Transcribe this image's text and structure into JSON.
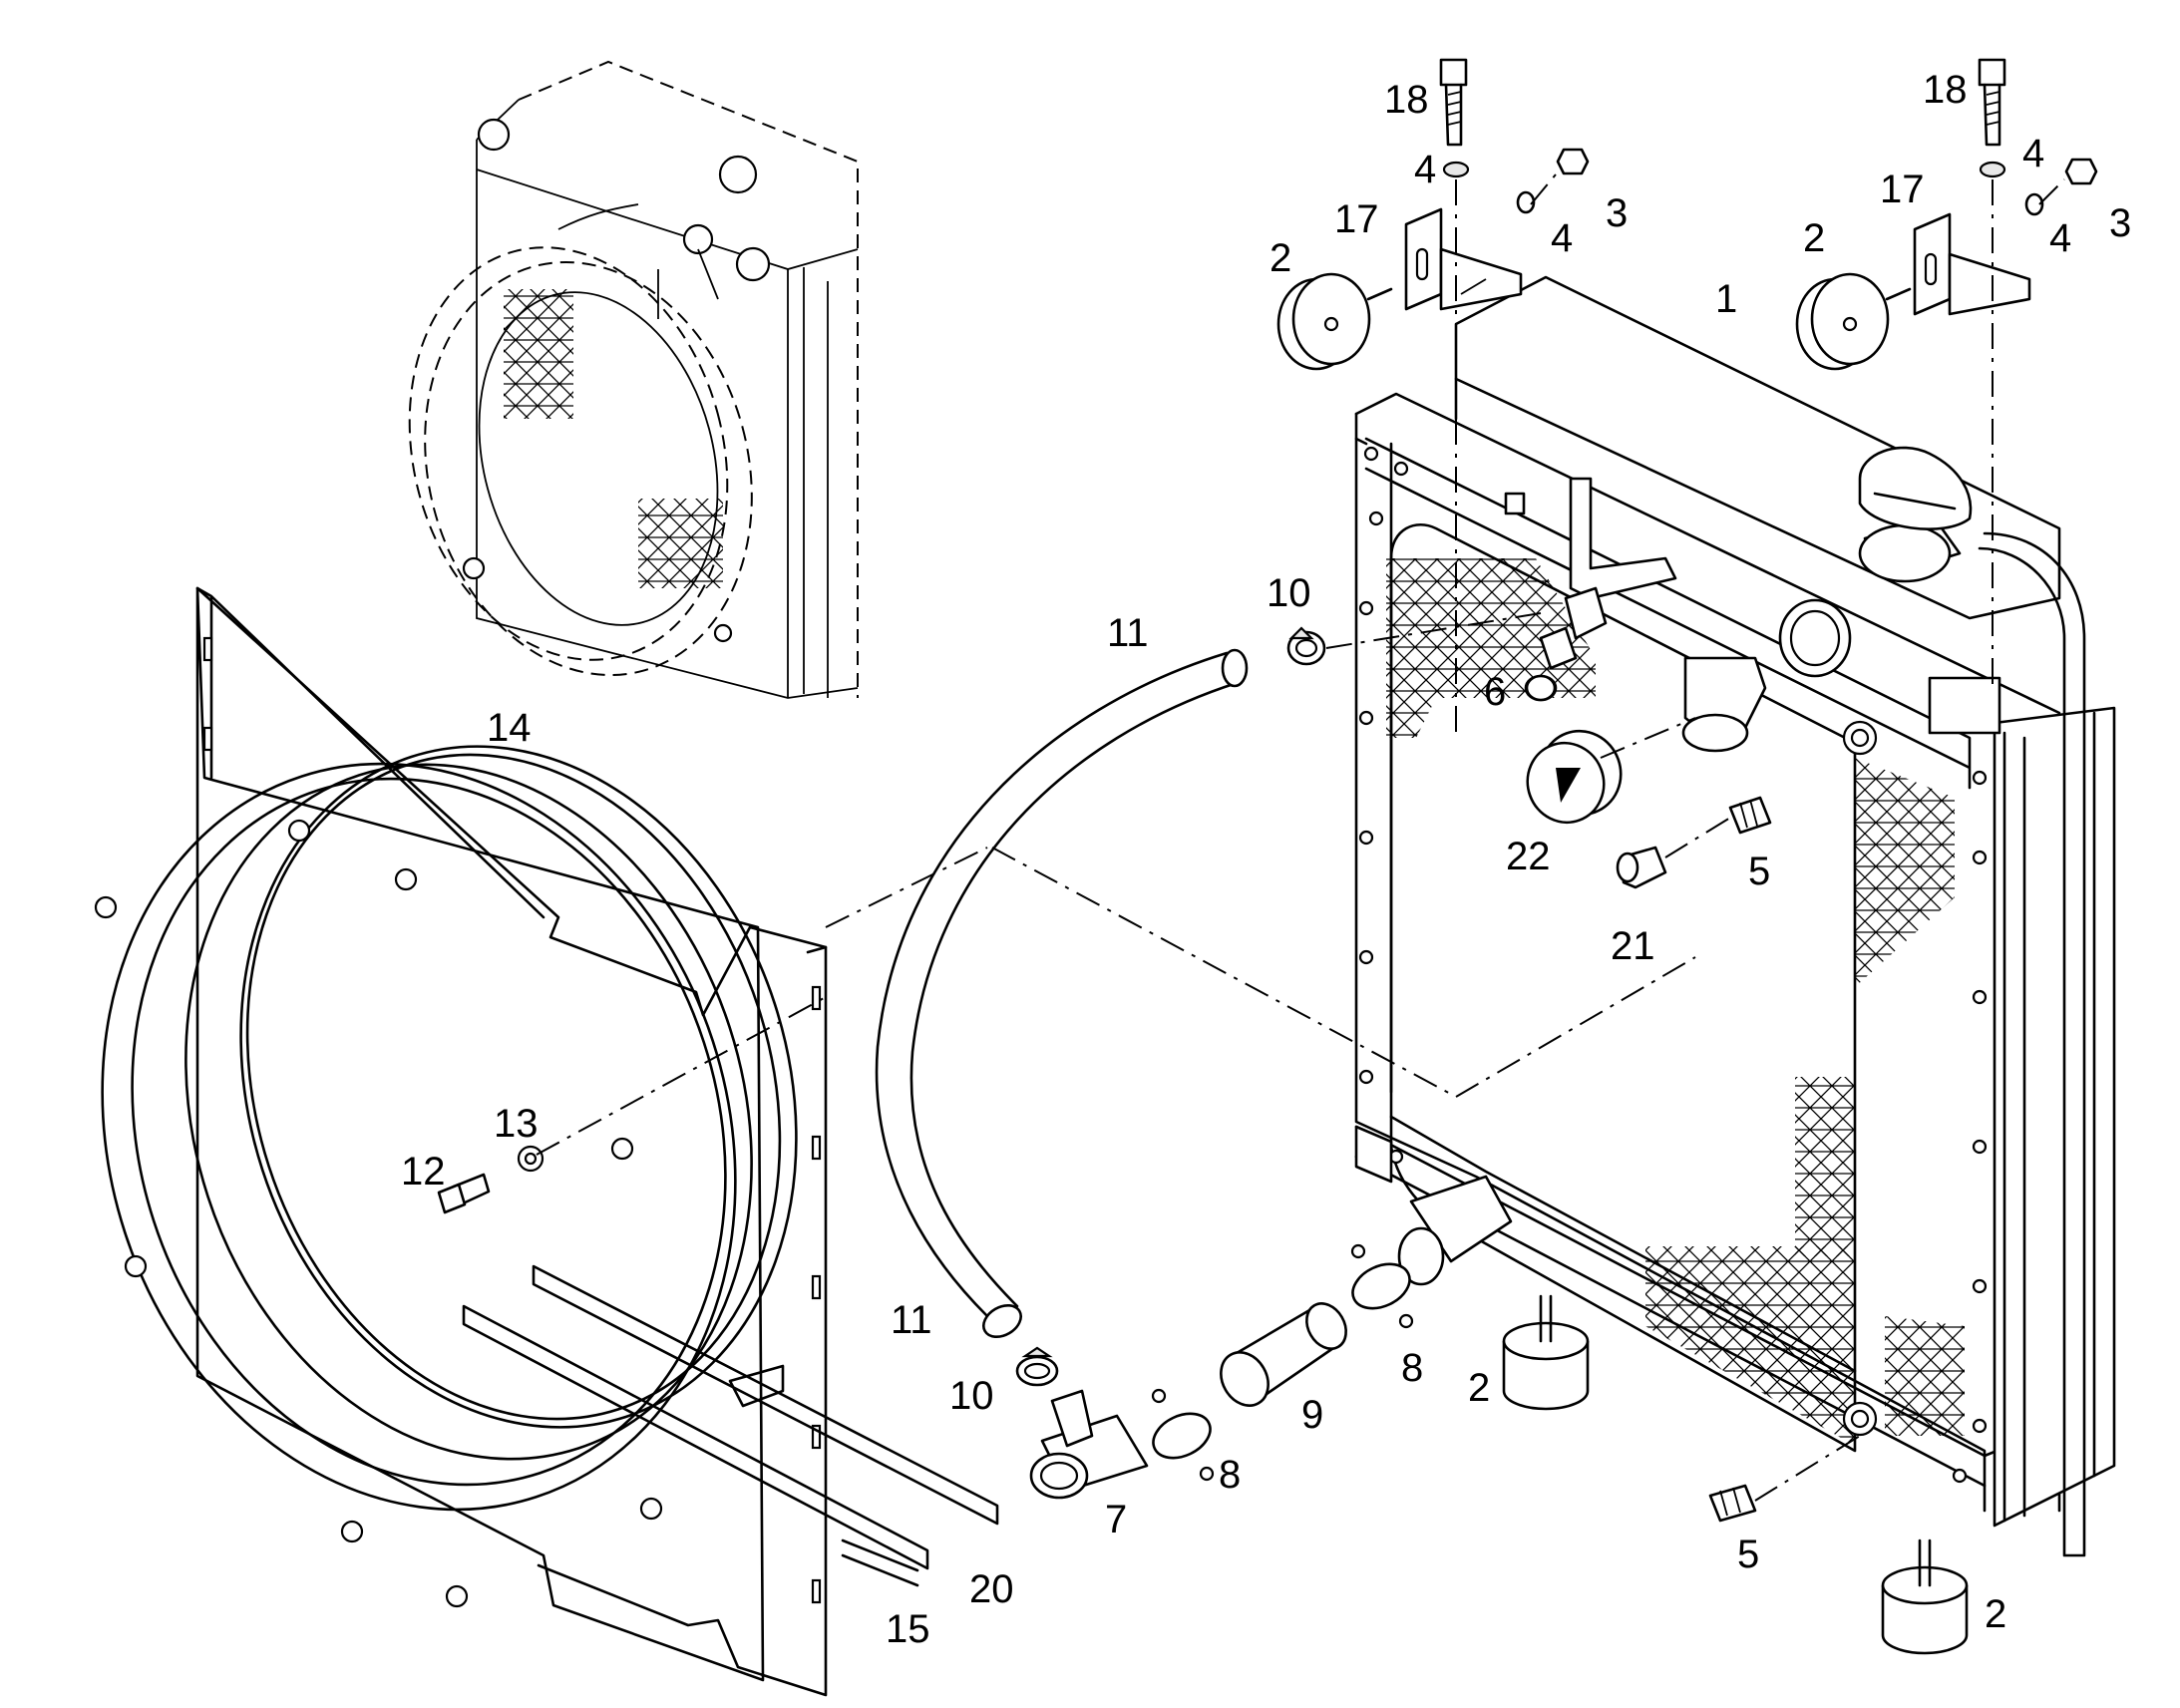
{
  "diagram": {
    "type": "exploded-parts-view",
    "line_color": "#000000",
    "background": "#ffffff",
    "callouts": [
      {
        "id": "c1",
        "label": "1"
      },
      {
        "id": "c2a",
        "label": "2"
      },
      {
        "id": "c2b",
        "label": "2"
      },
      {
        "id": "c2c",
        "label": "2"
      },
      {
        "id": "c2d",
        "label": "2"
      },
      {
        "id": "c3a",
        "label": "3"
      },
      {
        "id": "c3b",
        "label": "3"
      },
      {
        "id": "c4a",
        "label": "4"
      },
      {
        "id": "c4b",
        "label": "4"
      },
      {
        "id": "c4c",
        "label": "4"
      },
      {
        "id": "c4d",
        "label": "4"
      },
      {
        "id": "c5a",
        "label": "5"
      },
      {
        "id": "c5b",
        "label": "5"
      },
      {
        "id": "c6",
        "label": "6"
      },
      {
        "id": "c7",
        "label": "7"
      },
      {
        "id": "c8a",
        "label": "8"
      },
      {
        "id": "c8b",
        "label": "8"
      },
      {
        "id": "c9",
        "label": "9"
      },
      {
        "id": "c10a",
        "label": "10"
      },
      {
        "id": "c10b",
        "label": "10"
      },
      {
        "id": "c11a",
        "label": "11"
      },
      {
        "id": "c11b",
        "label": "11"
      },
      {
        "id": "c12",
        "label": "12"
      },
      {
        "id": "c13",
        "label": "13"
      },
      {
        "id": "c14",
        "label": "14"
      },
      {
        "id": "c15",
        "label": "15"
      },
      {
        "id": "c17a",
        "label": "17"
      },
      {
        "id": "c17b",
        "label": "17"
      },
      {
        "id": "c18a",
        "label": "18"
      },
      {
        "id": "c18b",
        "label": "18"
      },
      {
        "id": "c20",
        "label": "20"
      },
      {
        "id": "c21",
        "label": "21"
      },
      {
        "id": "c22",
        "label": "22"
      }
    ]
  }
}
